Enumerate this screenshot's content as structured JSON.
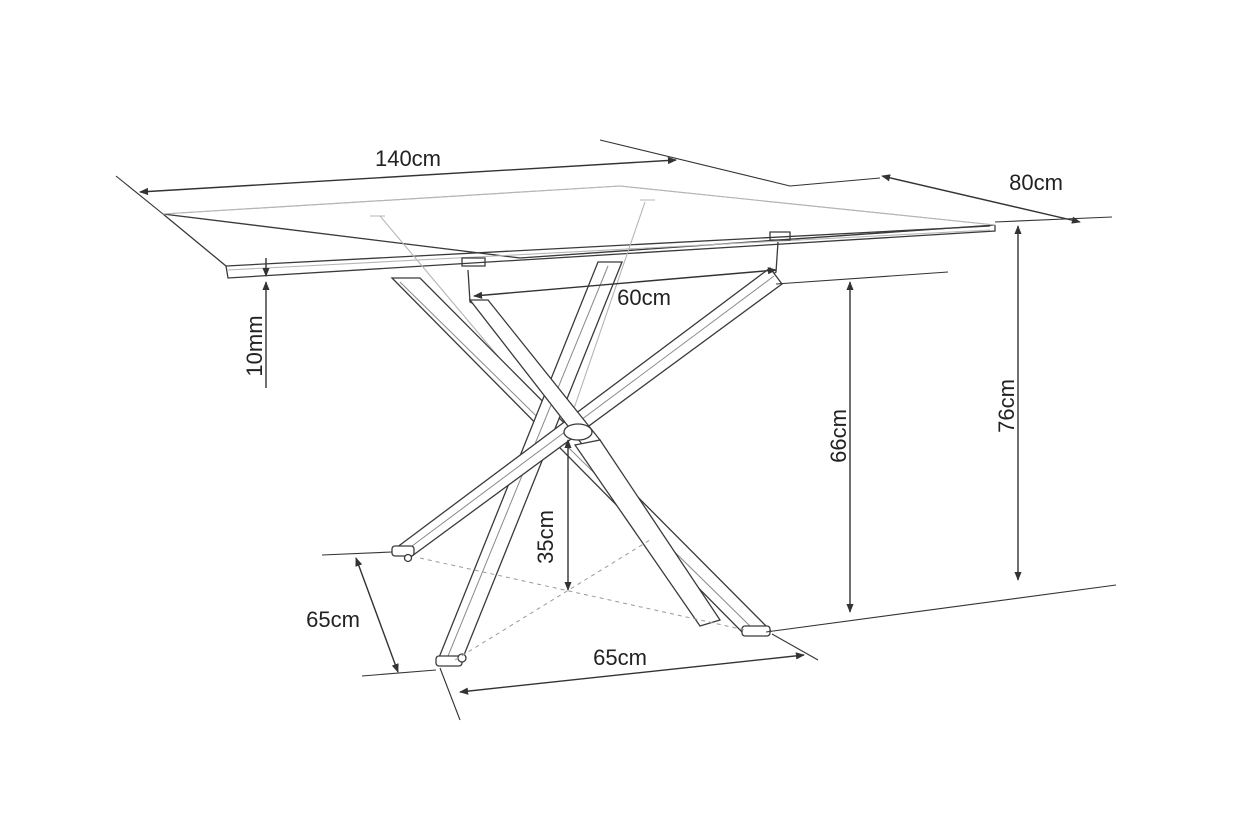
{
  "dimensions": {
    "length": "140cm",
    "width": "80cm",
    "frame_width": "60cm",
    "top_thickness": "10mm",
    "leg_height": "66cm",
    "total_height": "76cm",
    "cross_height": "35cm",
    "base_depth": "65cm",
    "base_width": "65cm"
  }
}
